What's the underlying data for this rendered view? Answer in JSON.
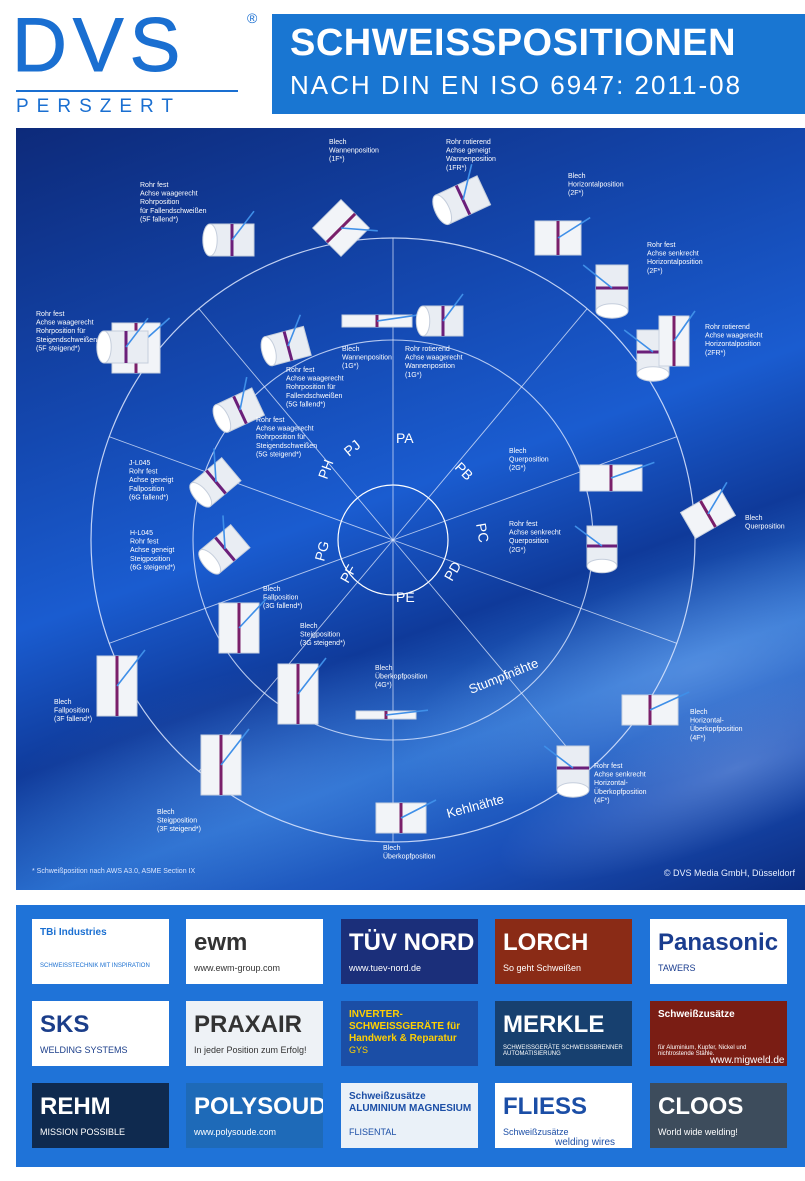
{
  "header": {
    "logo_text": "DVS",
    "logo_reg": "®",
    "logo_sub": "PERSZERT",
    "title": "SCHWEISSPOSITIONEN",
    "subtitle": "NACH DIN EN ISO 6947: 2011-08"
  },
  "positions": {
    "codes": [
      "PA",
      "PB",
      "PC",
      "PD",
      "PE",
      "PF",
      "PG",
      "PH",
      "PJ"
    ],
    "arc_labels": [
      "Stumpfnähte",
      "Kehlnähte"
    ],
    "labels": [
      {
        "lines": [
          "Blech",
          "Wannenposition",
          "(1F*)"
        ]
      },
      {
        "lines": [
          "Rohr rotierend",
          "Achse geneigt",
          "Wannenposition",
          "(1FR*)"
        ]
      },
      {
        "lines": [
          "Blech",
          "Horizontalposition",
          "(2F*)"
        ]
      },
      {
        "lines": [
          "Rohr fest",
          "Achse senkrecht",
          "Horizontalposition",
          "(2F*)"
        ]
      },
      {
        "lines": [
          "Rohr rotierend",
          "Achse waagerecht",
          "Horizontalposition",
          "(2FR*)"
        ]
      },
      {
        "lines": [
          "Rohr fest",
          "Achse waagerecht",
          "Rohrposition",
          "für Fallendschweißen",
          "(5F fallend*)"
        ]
      },
      {
        "lines": [
          "Rohr fest",
          "Achse waagerecht",
          "Rohrposition für",
          "Steigendschweißen",
          "(5F steigend*)"
        ]
      },
      {
        "lines": [
          "Blech",
          "Wannenposition",
          "(1G*)"
        ]
      },
      {
        "lines": [
          "Rohr rotierend",
          "Achse waagerecht",
          "Wannenposition",
          "(1G*)"
        ]
      },
      {
        "lines": [
          "Rohr fest",
          "Achse waagerecht",
          "Rohrposition für",
          "Fallendschweißen",
          "(5G fallend*)"
        ]
      },
      {
        "lines": [
          "Rohr fest",
          "Achse waagerecht",
          "Rohrposition für",
          "Steigendschweißen",
          "(5G steigend*)"
        ]
      },
      {
        "lines": [
          "J-L045",
          "Rohr fest",
          "Achse geneigt",
          "Fallposition",
          "(6G fallend*)"
        ]
      },
      {
        "lines": [
          "H-L045",
          "Rohr fest",
          "Achse geneigt",
          "Steigposition",
          "(6G steigend*)"
        ]
      },
      {
        "lines": [
          "Blech",
          "Querposition",
          "(2G*)"
        ]
      },
      {
        "lines": [
          "Rohr fest",
          "Achse senkrecht",
          "Querposition",
          "(2G*)"
        ]
      },
      {
        "lines": [
          "Blech",
          "Querposition"
        ]
      },
      {
        "lines": [
          "Blech",
          "Fallposition",
          "(3G fallend*)"
        ]
      },
      {
        "lines": [
          "Blech",
          "Steigposition",
          "(3G steigend*)"
        ]
      },
      {
        "lines": [
          "Blech",
          "Überkopfposition",
          "(4G*)"
        ]
      },
      {
        "lines": [
          "Blech",
          "Fallposition",
          "(3F fallend*)"
        ]
      },
      {
        "lines": [
          "Blech",
          "Horizontal-",
          "Überkopfposition",
          "(4F*)"
        ]
      },
      {
        "lines": [
          "Rohr fest",
          "Achse senkrecht",
          "Horizontal-",
          "Überkopfposition",
          "(4F*)"
        ]
      },
      {
        "lines": [
          "Blech",
          "Steigposition",
          "(3F steigend*)"
        ]
      },
      {
        "lines": [
          "Blech",
          "Überkopfposition"
        ]
      }
    ],
    "footnote": "* Schweißposition nach AWS A3.0, ASME Section IX",
    "copyright": "© DVS Media GmbH, Düsseldorf"
  },
  "sponsors": [
    {
      "name": "TBi Industries",
      "tagline": "SCHWEISSTECHNIK MIT INSPIRATION",
      "bg": "#ffffff",
      "fg": "#1a6fd1"
    },
    {
      "name": "ewm",
      "tagline": "www.ewm-group.com",
      "bg": "#ffffff",
      "fg": "#333333"
    },
    {
      "name": "TÜV NORD",
      "tagline": "www.tuev-nord.de",
      "bg": "#1b2f7a",
      "fg": "#ffffff"
    },
    {
      "name": "LORCH",
      "tagline": "So geht Schweißen",
      "bg": "#8a2b16",
      "fg": "#ffffff"
    },
    {
      "name": "Panasonic",
      "tagline": "TAWERS",
      "bg": "#ffffff",
      "fg": "#1a3d8f"
    },
    {
      "name": "SKS",
      "tagline": "WELDING SYSTEMS",
      "bg": "#ffffff",
      "fg": "#1b3e8a"
    },
    {
      "name": "PRAXAIR",
      "tagline": "In jeder Position zum Erfolg!",
      "bg": "#eef2f6",
      "fg": "#333333"
    },
    {
      "name": "INVERTER-SCHWEISSGERÄTE für Handwerk & Reparatur",
      "tagline": "GYS",
      "bg": "#1b4ea6",
      "fg": "#ffd000"
    },
    {
      "name": "MERKLE",
      "tagline": "SCHWEISSGERÄTE SCHWEISSBRENNER AUTOMATISIERUNG",
      "bg": "#17406f",
      "fg": "#ffffff"
    },
    {
      "name": "Schweißzusätze",
      "tagline": "für Aluminium, Kupfer, Nickel und nichtrostende Stähle.",
      "tagline2": "www.migweld.de",
      "bg": "#7a1d14",
      "fg": "#ffffff"
    },
    {
      "name": "REHM",
      "tagline": "MISSION POSSIBLE",
      "bg": "#0f2a4f",
      "fg": "#ffffff"
    },
    {
      "name": "POLYSOUDE",
      "tagline": "www.polysoude.com",
      "bg": "#1e6ab8",
      "fg": "#ffffff"
    },
    {
      "name": "Schweißzusätze ALUMINIUM MAGNESIUM",
      "tagline": "FLISENTAL",
      "bg": "#eaf1f8",
      "fg": "#1b4ea6"
    },
    {
      "name": "FLIESS",
      "tagline": "Schweißzusätze",
      "tagline2": "welding wires",
      "bg": "#ffffff",
      "fg": "#1b4ea6"
    },
    {
      "name": "CLOOS",
      "tagline": "World wide welding!",
      "bg": "#3d4c5c",
      "fg": "#ffffff"
    }
  ]
}
